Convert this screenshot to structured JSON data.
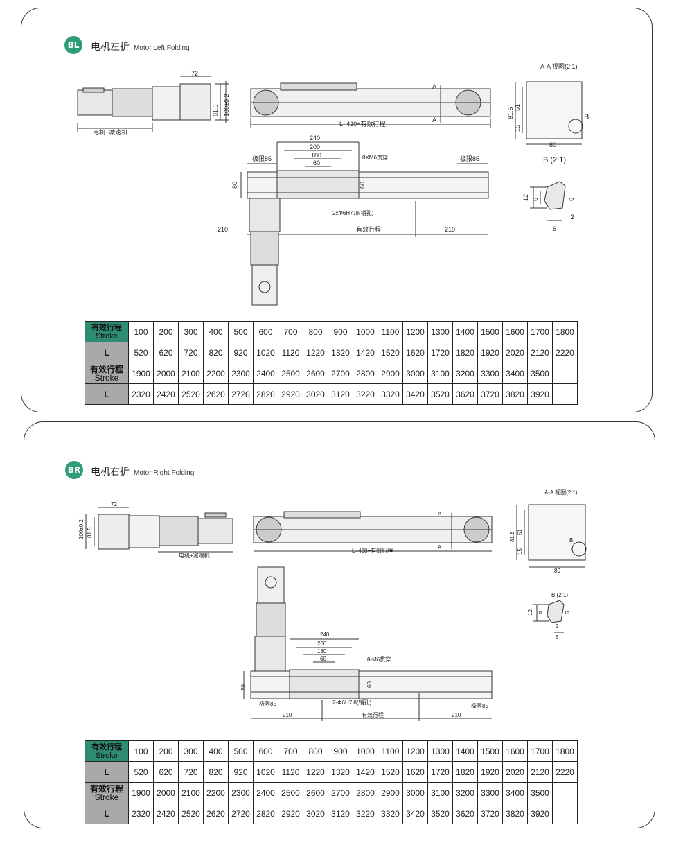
{
  "sections": [
    {
      "badge": "BL",
      "title_cn": "电机左折",
      "title_en": "Motor Left Folding",
      "labels": {
        "dim72": "72",
        "dim81_5": "81.5",
        "dim100": "100±0.2",
        "motor_gear": "电机+减速机",
        "length": "L=420+有效行程",
        "aa_view": "A-A 视图(2:1)",
        "dim51": "51",
        "dim15": "15",
        "dim80": "80",
        "b_label": "B",
        "b_view": "B (2:1)",
        "dim12": "12",
        "dim6a": "6",
        "dim6b": "6",
        "dim2": "2",
        "dim6c": "6",
        "dim240": "240",
        "dim200": "200",
        "dim180": "180",
        "dim60": "60",
        "limit_left": "极限85",
        "limit_right": "极限85",
        "screw_note": "8XM6贯穿",
        "dim80_side": "80",
        "dim60_side": "60",
        "pin_note": "2xΦ6H7↓8(销孔)",
        "dim210_left": "210",
        "stroke": "有效行程",
        "dim210_right": "210",
        "mark_a": "A"
      },
      "table": {
        "rows": [
          {
            "h1": "有效行程",
            "h2": "Stroke",
            "style": "hd",
            "cells": [
              "100",
              "200",
              "300",
              "400",
              "500",
              "600",
              "700",
              "800",
              "900",
              "1000",
              "1100",
              "1200",
              "1300",
              "1400",
              "1500",
              "1600",
              "1700",
              "1800"
            ]
          },
          {
            "h1": "L",
            "h2": "",
            "style": "gray",
            "cells": [
              "520",
              "620",
              "720",
              "820",
              "920",
              "1020",
              "1120",
              "1220",
              "1320",
              "1420",
              "1520",
              "1620",
              "1720",
              "1820",
              "1920",
              "2020",
              "2120",
              "2220"
            ]
          },
          {
            "h1": "有效行程",
            "h2": "Stroke",
            "style": "gray",
            "cells": [
              "1900",
              "2000",
              "2100",
              "2200",
              "2300",
              "2400",
              "2500",
              "2600",
              "2700",
              "2800",
              "2900",
              "3000",
              "3100",
              "3200",
              "3300",
              "3400",
              "3500",
              ""
            ]
          },
          {
            "h1": "L",
            "h2": "",
            "style": "gray",
            "cells": [
              "2320",
              "2420",
              "2520",
              "2620",
              "2720",
              "2820",
              "2920",
              "3020",
              "3120",
              "3220",
              "3320",
              "3420",
              "3520",
              "3620",
              "3720",
              "3820",
              "3920",
              ""
            ]
          }
        ]
      }
    },
    {
      "badge": "BR",
      "title_cn": "电机右折",
      "title_en": "Motor Right Folding",
      "labels": {
        "dim72": "72",
        "dim81_5": "81.5",
        "dim100": "100±0.2",
        "motor_gear": "电机+减速机",
        "length": "L=420+有效行程",
        "aa_view": "A-A 视图(2:1)",
        "dim51": "51",
        "dim15": "15",
        "dim80": "80",
        "b_label": "B",
        "b_view": "B (2:1)",
        "dim12": "12",
        "dim6a": "6",
        "dim6b": "6",
        "dim2": "2",
        "dim6c": "6",
        "dim240": "240",
        "dim200": "200",
        "dim180": "180",
        "dim60": "60",
        "limit_left": "极限85",
        "limit_right": "极限85",
        "screw_note": "8-M6贯穿",
        "dim80_side": "80",
        "dim60_side": "60",
        "pin_note": "2-Φ6H7 8(销孔)",
        "dim210_left": "210",
        "stroke": "有效行程",
        "dim210_right": "210",
        "mark_a": "A"
      },
      "table": {
        "rows": [
          {
            "h1": "有效行程",
            "h2": "Stroke",
            "style": "hd",
            "cells": [
              "100",
              "200",
              "300",
              "400",
              "500",
              "600",
              "700",
              "800",
              "900",
              "1000",
              "1100",
              "1200",
              "1300",
              "1400",
              "1500",
              "1600",
              "1700",
              "1800"
            ]
          },
          {
            "h1": "L",
            "h2": "",
            "style": "gray",
            "cells": [
              "520",
              "620",
              "720",
              "820",
              "920",
              "1020",
              "1120",
              "1220",
              "1320",
              "1420",
              "1520",
              "1620",
              "1720",
              "1820",
              "1920",
              "2020",
              "2120",
              "2220"
            ]
          },
          {
            "h1": "有效行程",
            "h2": "Stroke",
            "style": "gray",
            "cells": [
              "1900",
              "2000",
              "2100",
              "2200",
              "2300",
              "2400",
              "2500",
              "2600",
              "2700",
              "2800",
              "2900",
              "3000",
              "3100",
              "3200",
              "3300",
              "3400",
              "3500",
              ""
            ]
          },
          {
            "h1": "L",
            "h2": "",
            "style": "gray",
            "cells": [
              "2320",
              "2420",
              "2520",
              "2620",
              "2720",
              "2820",
              "2920",
              "3020",
              "3120",
              "3220",
              "3320",
              "3420",
              "3520",
              "3620",
              "3720",
              "3820",
              "3920",
              ""
            ]
          }
        ]
      }
    }
  ],
  "colors": {
    "accent": "#2e9c7a",
    "header_bg": "#2e8c72",
    "row_bg": "#a9a9a9"
  }
}
